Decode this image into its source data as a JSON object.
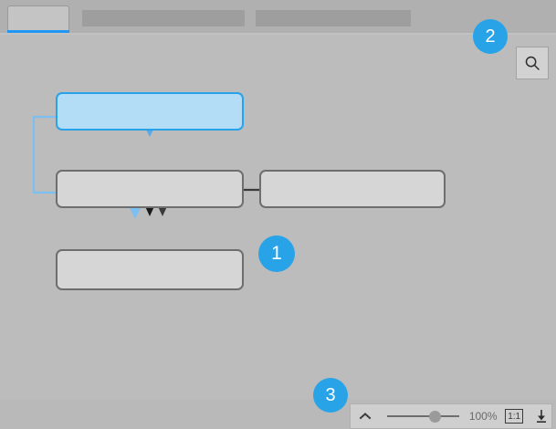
{
  "window": {
    "background_color": "#bcbcbc"
  },
  "topbar": {
    "active_tab": {
      "label": "",
      "name": "tab-active",
      "accent_color": "#2196f3"
    },
    "placeholders": [
      {
        "name": "tab-placeholder-1",
        "label": ""
      },
      {
        "name": "tab-placeholder-2",
        "label": ""
      }
    ]
  },
  "search": {
    "icon": "search-icon",
    "label": ""
  },
  "badges": [
    {
      "id": "badge-1",
      "label": "1",
      "color": "#29a3e8"
    },
    {
      "id": "badge-2",
      "label": "2",
      "color": "#29a3e8"
    },
    {
      "id": "badge-3",
      "label": "3",
      "color": "#29a3e8"
    }
  ],
  "diagram": {
    "nodes": [
      {
        "id": "node-root",
        "label": "",
        "fill": "#b3ddf7",
        "stroke": "#28a3ea"
      },
      {
        "id": "node-mid-left",
        "label": "",
        "fill": "#d6d6d6",
        "stroke": "#6e6e6e"
      },
      {
        "id": "node-mid-right",
        "label": "",
        "fill": "#d6d6d6",
        "stroke": "#6e6e6e"
      },
      {
        "id": "node-bottom",
        "label": "",
        "fill": "#d6d6d6",
        "stroke": "#6e6e6e"
      }
    ],
    "edges": [
      {
        "id": "edge-root-to-mid-left",
        "color": "#5aa9e6",
        "from": "node-root",
        "to": "node-mid-left"
      },
      {
        "id": "edge-root-to-bottom",
        "color": "#7cc0f0",
        "from": "node-root",
        "to": "node-bottom"
      },
      {
        "id": "edge-mid-left-to-bottom",
        "color": "#1a1a1a",
        "from": "node-mid-left",
        "to": "node-bottom"
      },
      {
        "id": "edge-mid-right-to-bottom",
        "color": "#3a3a3a",
        "from": "node-mid-right",
        "to": "node-bottom"
      }
    ]
  },
  "zoom_toolbar": {
    "collapse_icon": "chevron-up-icon",
    "zoom_value": "100%",
    "reset_zoom_label": "1:1",
    "fit_icon": "download-icon",
    "slider_percent": 50
  }
}
